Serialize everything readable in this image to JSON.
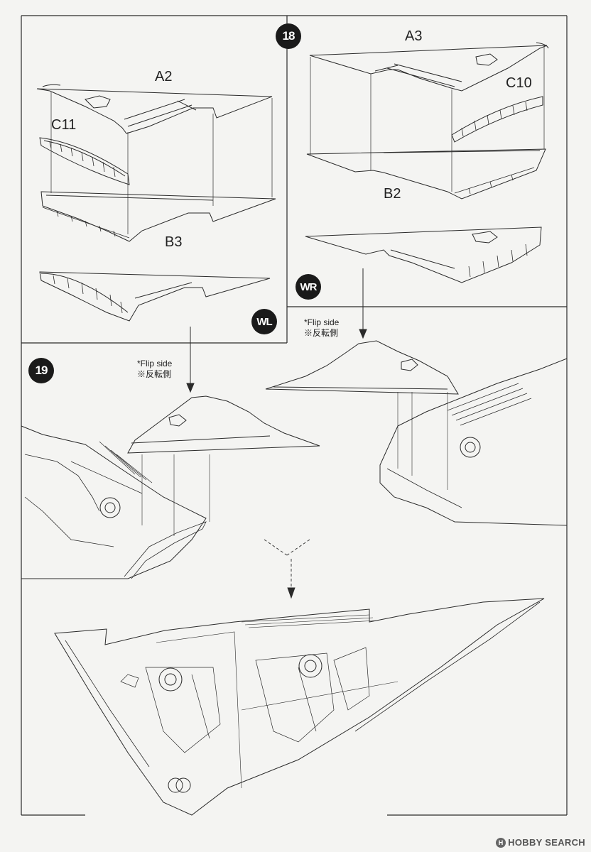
{
  "steps": [
    {
      "id": "step-18",
      "number": "18"
    },
    {
      "id": "step-19",
      "number": "19"
    }
  ],
  "part_labels": {
    "a2": "A2",
    "a3": "A3",
    "b2": "B2",
    "b3": "B3",
    "c10": "C10",
    "c11": "C11"
  },
  "assembly_badges": {
    "wr": "WR",
    "wl": "WL"
  },
  "notes": {
    "flip_en": "*Flip side",
    "flip_jp": "※反転側"
  },
  "watermark": "HOBBY SEARCH",
  "colors": {
    "line": "#2a2a2a",
    "paper": "#f4f4f2",
    "badge": "#1a1a1a"
  }
}
